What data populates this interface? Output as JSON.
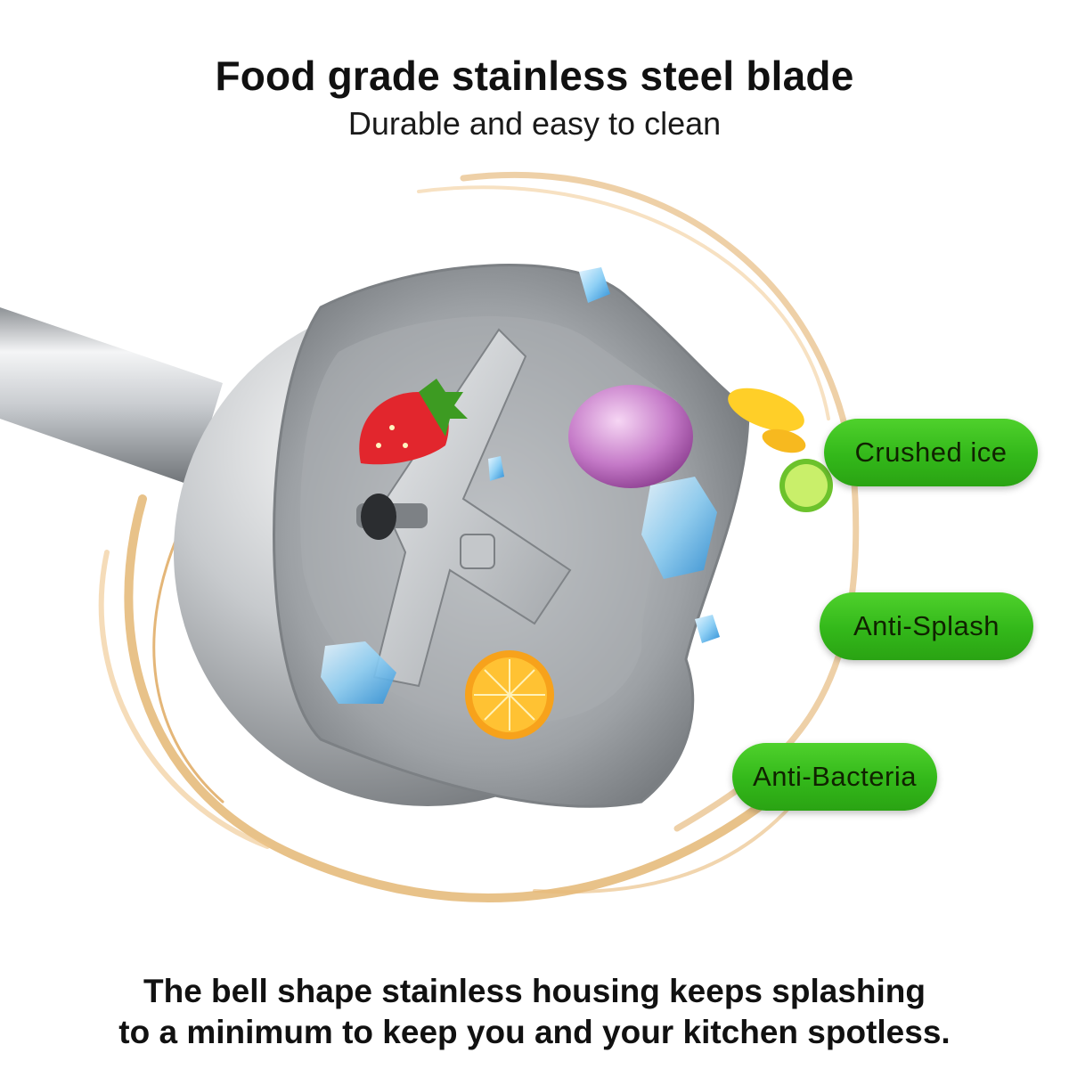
{
  "header": {
    "title": "Food grade stainless steel blade",
    "subtitle": "Durable and easy to clean"
  },
  "features": [
    {
      "label": "Crushed ice"
    },
    {
      "label": "Anti-Splash"
    },
    {
      "label": "Anti-Bacteria"
    }
  ],
  "footer": {
    "line1": "The bell shape stainless housing keeps splashing",
    "line2": "to a minimum to keep you and your kitchen spotless."
  },
  "colors": {
    "badge_green": "#3cc21e",
    "text": "#111111",
    "splash": "#d9a45a",
    "steel": "#bfc3c7"
  }
}
